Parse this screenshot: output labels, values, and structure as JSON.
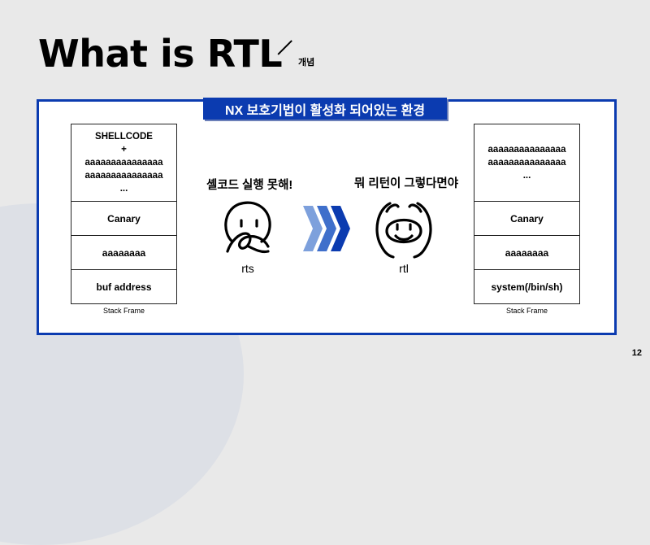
{
  "slide": {
    "title": "What is RTL",
    "subtitle": "개념",
    "banner": "NX 보호기법이 활성화 되어있는 환경",
    "page_number": "12",
    "colors": {
      "accent": "#0b3bb0",
      "arrow_light": "#7da0dc",
      "arrow_mid": "#3f6fcb",
      "arrow_dark": "#0b3bb0"
    }
  },
  "left_stack": {
    "top_lines": [
      "SHELLCODE",
      "+",
      "aaaaaaaaaaaaaaa",
      "aaaaaaaaaaaaaaa",
      "..."
    ],
    "cells": [
      "Canary",
      "aaaaaaaa",
      "buf address"
    ],
    "label": "Stack Frame"
  },
  "right_stack": {
    "top_lines": [
      "aaaaaaaaaaaaaaa",
      "aaaaaaaaaaaaaaa",
      "..."
    ],
    "cells": [
      "Canary",
      "aaaaaaaa",
      "system(/bin/sh)"
    ],
    "label": "Stack Frame"
  },
  "left_character": {
    "caption": "셸코드 실행 못해!",
    "label": "rts",
    "icon": "covering-mouth-face-icon"
  },
  "right_character": {
    "caption": "뭐 리턴이 그렇다면야",
    "label": "rtl",
    "icon": "happy-face-icon"
  },
  "transition_icon": "triple-chevron-right-icon"
}
